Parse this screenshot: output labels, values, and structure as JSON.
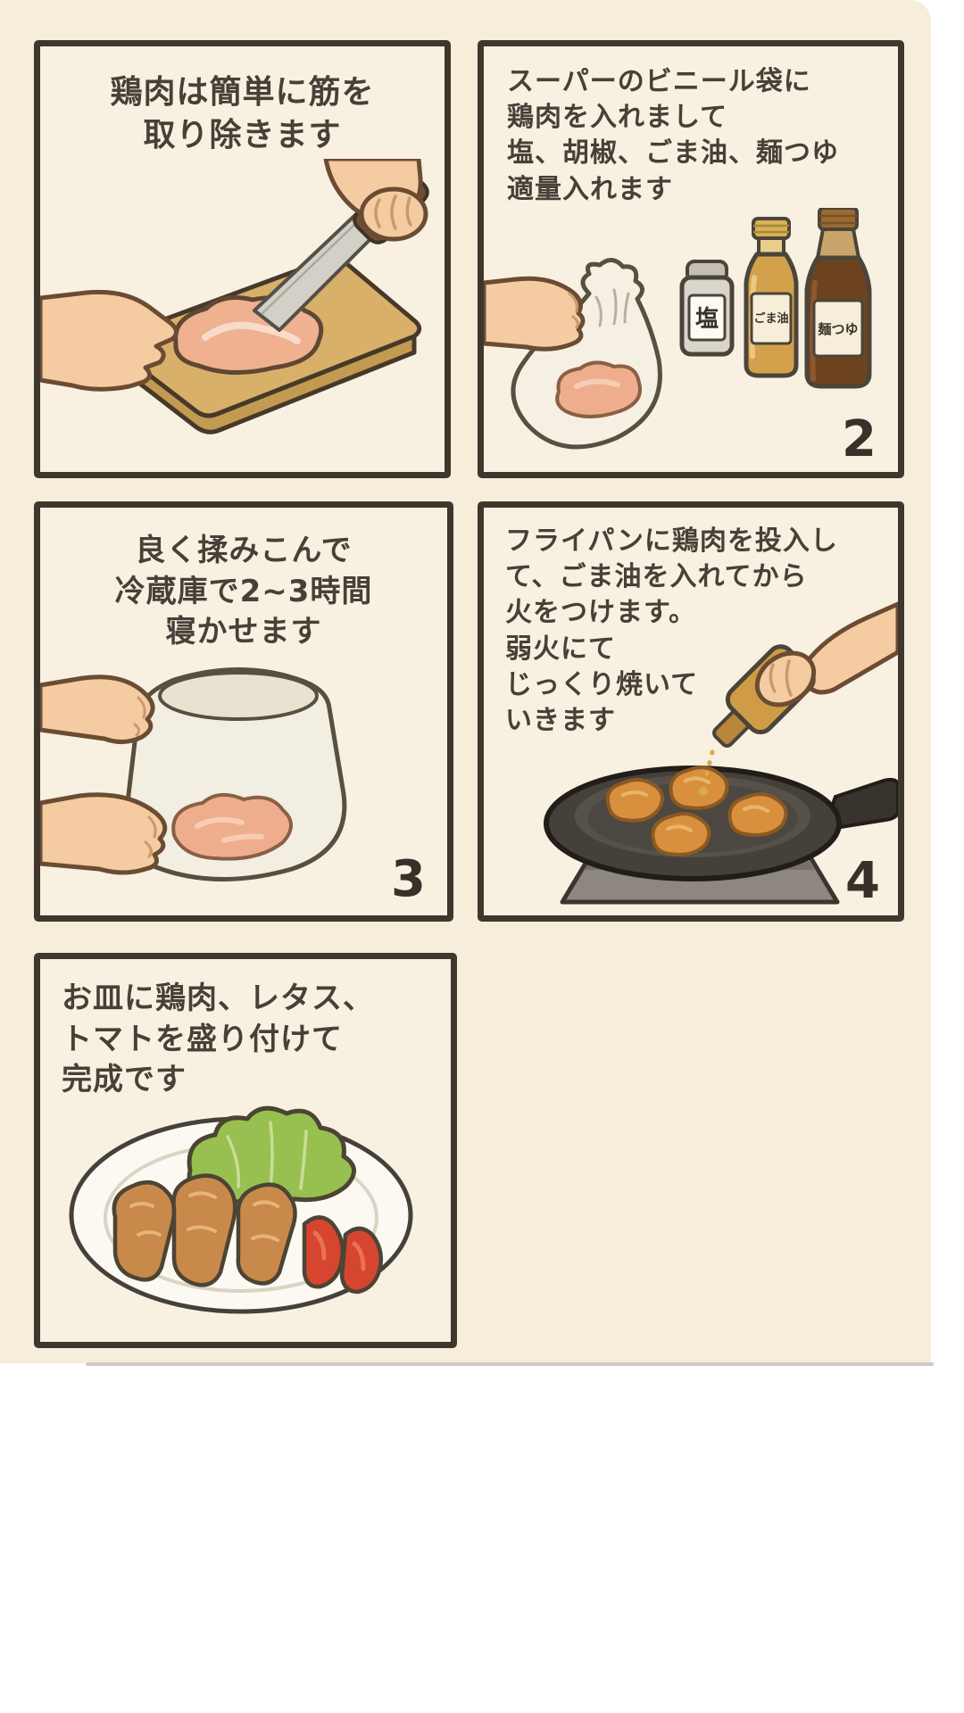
{
  "colors": {
    "page_background": "#ffffff",
    "content_background": "#f6edda",
    "panel_background": "#f8f0e1",
    "panel_border": "#3d372e",
    "text": "#474038",
    "skin": "#f5cba2",
    "raw_chicken": "#efb190",
    "cooked_chicken": "#d8903f",
    "lettuce_green": "#97c050",
    "tomato_red": "#d6452f"
  },
  "panels": [
    {
      "lines": [
        "鶏肉は簡単に筋を",
        "取り除きます"
      ]
    },
    {
      "lines": [
        "スーパーのビニール袋に",
        "鶏肉を入れまして",
        "塩、胡椒、ごま油、麺つゆ",
        "適量入れます"
      ],
      "number": "2",
      "bottle_labels": {
        "salt": "塩",
        "sesame_oil": "ごま油",
        "mentsuyu": "麺つゆ"
      }
    },
    {
      "lines": [
        "良く揉みこんで",
        "冷蔵庫で2~3時間",
        "寝かせます"
      ],
      "number": "3"
    },
    {
      "lines": [
        "フライパンに鶏肉を投入し",
        "て、ごま油を入れてから",
        "火をつけます。",
        "弱火にて",
        "じっくり焼いて",
        "いきます"
      ],
      "number": "4"
    },
    {
      "lines": [
        "お皿に鶏肉、レタス、",
        "トマトを盛り付けて",
        "完成です"
      ]
    }
  ]
}
